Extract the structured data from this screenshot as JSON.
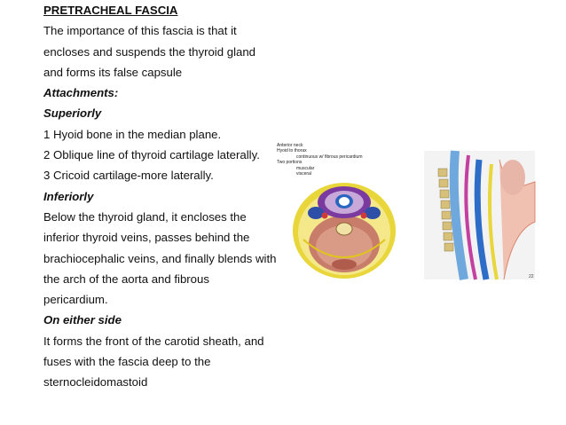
{
  "doc": {
    "title": "PRETRACHEAL FASCIA",
    "lines": [
      {
        "text": "The importance of this fascia is that it",
        "style": "normal"
      },
      {
        "text": "encloses and suspends the thyroid gland",
        "style": "normal"
      },
      {
        "text": "and forms its false capsule",
        "style": "normal"
      },
      {
        "text": "Attachments:",
        "style": "bi"
      },
      {
        "text": "Superiorly",
        "style": "bi"
      },
      {
        "text": "1 Hyoid bone in the median plane.",
        "style": "normal"
      },
      {
        "text": "2 Oblique line of thyroid cartilage laterally.",
        "style": "normal"
      },
      {
        "text": "3 Cricoid cartilage-more laterally.",
        "style": "normal"
      },
      {
        "text": "Inferiorly",
        "style": "bi"
      },
      {
        "text": "Below the thyroid gland, it encloses the",
        "style": "normal"
      },
      {
        "text": "inferior thyroid veins, passes behind the",
        "style": "normal"
      },
      {
        "text": "brachiocephalic veins, and finally blends with",
        "style": "normal"
      },
      {
        "text": "the arch of the aorta and fibrous",
        "style": "normal"
      },
      {
        "text": "pericardium.",
        "style": "normal"
      },
      {
        "text": "On either side",
        "style": "bi"
      },
      {
        "text": "It forms the front of the carotid sheath, and",
        "style": "normal"
      },
      {
        "text": "fuses with the fascia deep to the",
        "style": "normal"
      },
      {
        "text": "sternocleidomastoid",
        "style": "normal"
      }
    ]
  },
  "figure": {
    "labels": {
      "l1": "Anterior neck",
      "l2": "Hyoid to thorax",
      "l3": "continuous w/ fibrous pericardium",
      "l4": "Two portions",
      "l5": "muscular",
      "l6": "visceral"
    },
    "page_number": "22"
  }
}
